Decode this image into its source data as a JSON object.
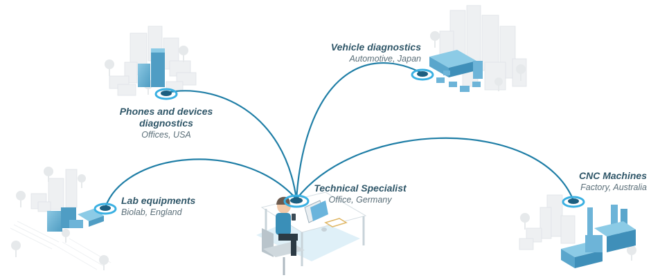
{
  "diagram": {
    "hub": {
      "title": "Technical Specialist",
      "subtitle": "Office, Germany"
    },
    "sites": [
      {
        "title": "Phones and devices",
        "title2": "diagnostics",
        "subtitle": "Offices, USA"
      },
      {
        "title": "Vehicle diagnostics",
        "subtitle": "Automotive, Japan"
      },
      {
        "title": "Lab equipments",
        "subtitle": "Biolab, England"
      },
      {
        "title": "CNC Machines",
        "subtitle": "Factory, Australia"
      }
    ],
    "colors": {
      "link_line": "#1f7ea6",
      "node_dark": "#1d5f80",
      "node_ring": "#3ab0e2",
      "building_blue": "#6fb5d6",
      "building_grey": "#e9ecee",
      "title_text": "#2f5668",
      "subtitle_text": "#5a6e78"
    }
  }
}
